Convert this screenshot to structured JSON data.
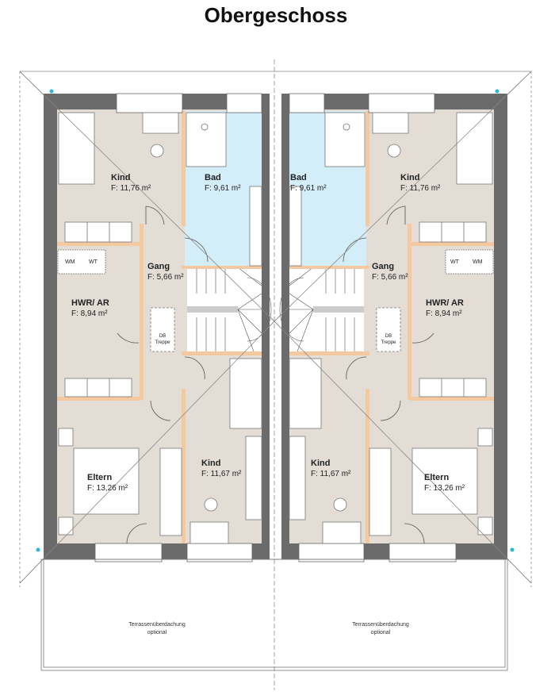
{
  "title": "Obergeschoss",
  "rooms_left": [
    {
      "name": "Kind",
      "area": "F: 11,76 m²"
    },
    {
      "name": "Bad",
      "area": "F: 9,61 m²"
    },
    {
      "name": "Gang",
      "area": "F: 5,66 m²"
    },
    {
      "name": "HWR/ AR",
      "area": "F: 8,94 m²"
    },
    {
      "name": "Eltern",
      "area": "F: 13,26 m²"
    },
    {
      "name": "Kind",
      "area": "F: 11,67 m²"
    }
  ],
  "rooms_right": [
    {
      "name": "Bad",
      "area": "F: 9,61 m²"
    },
    {
      "name": "Kind",
      "area": "F: 11,76 m²"
    },
    {
      "name": "Gang",
      "area": "F: 5,66 m²"
    },
    {
      "name": "HWR/ AR",
      "area": "F: 8,94 m²"
    },
    {
      "name": "Kind",
      "area": "F: 11,67 m²"
    },
    {
      "name": "Eltern",
      "area": "F: 13,26 m²"
    }
  ],
  "appliances": {
    "wm": "WM",
    "wt": "WT",
    "db1": "DB",
    "db2": "Treppe"
  },
  "terrace": {
    "line1": "Terrassenüberdachung",
    "line2": "optional"
  },
  "colors": {
    "wall": "#6b6b6b",
    "inner_wall": "#f5c9a0",
    "floor": "#e3ddd6",
    "bath": "#d4eef9"
  }
}
